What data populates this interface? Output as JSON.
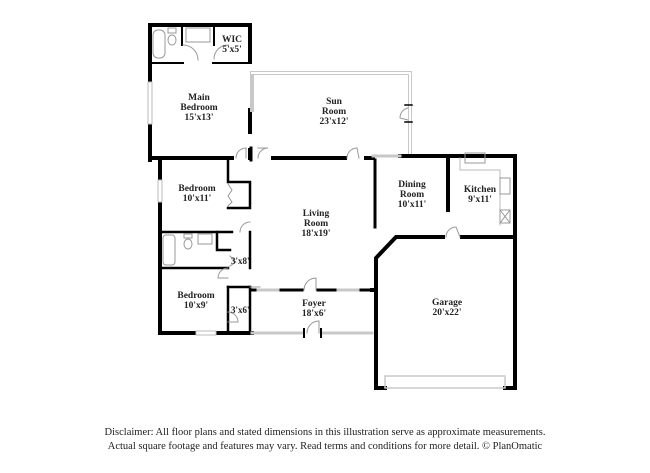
{
  "floorplan": {
    "rooms": [
      {
        "id": "main-bedroom",
        "name_line1": "Main",
        "name_line2": "Bedroom",
        "dim": "15'x13'"
      },
      {
        "id": "wic",
        "name_line1": "WIC",
        "name_line2": "",
        "dim": "5'x5'"
      },
      {
        "id": "sun-room",
        "name_line1": "Sun",
        "name_line2": "Room",
        "dim": "23'x12'"
      },
      {
        "id": "bedroom-2",
        "name_line1": "Bedroom",
        "name_line2": "",
        "dim": "10'x11'"
      },
      {
        "id": "living-room",
        "name_line1": "Living",
        "name_line2": "Room",
        "dim": "18'x19'"
      },
      {
        "id": "dining-room",
        "name_line1": "Dining",
        "name_line2": "Room",
        "dim": "10'x11'"
      },
      {
        "id": "kitchen",
        "name_line1": "Kitchen",
        "name_line2": "",
        "dim": "9'x11'"
      },
      {
        "id": "bedroom-3",
        "name_line1": "Bedroom",
        "name_line2": "",
        "dim": "10'x9'"
      },
      {
        "id": "foyer",
        "name_line1": "Foyer",
        "name_line2": "",
        "dim": "18'x6'"
      },
      {
        "id": "garage",
        "name_line1": "Garage",
        "name_line2": "",
        "dim": "20'x22'"
      }
    ],
    "closets": [
      {
        "id": "closet-hall",
        "dim": "3'x8'"
      },
      {
        "id": "closet-bedroom3",
        "dim": "3'x6'"
      }
    ],
    "colors": {
      "wall": "#000000",
      "window": "#cfcfcf",
      "text": "#222222",
      "background": "#ffffff"
    }
  },
  "disclaimer": {
    "line1": "Disclaimer: All floor plans and stated dimensions in this illustration serve as approximate measurements.",
    "line2": "Actual square footage and features may vary. Read terms and conditions for more detail. © PlanOmatic"
  }
}
